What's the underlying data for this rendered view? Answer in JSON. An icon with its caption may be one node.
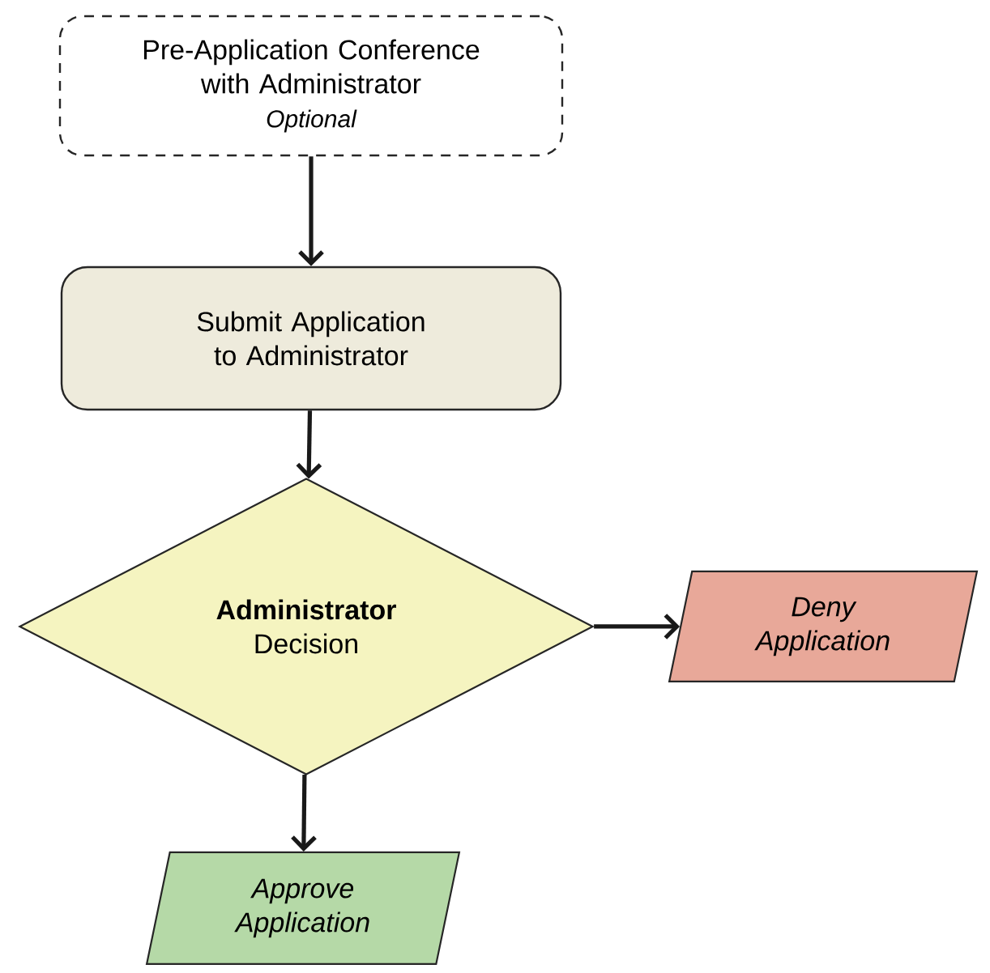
{
  "diagram": {
    "nodes": [
      {
        "text": [
          "Pre-Application Conference with Administrator",
          "Optional"
        ]
      },
      {
        "text": [
          "Submit Application to Administrator"
        ]
      },
      {
        "text": [
          "**Administrator** Decision"
        ]
      },
      {
        "text": [
          "Deny Application"
        ]
      },
      {
        "text": [
          "Approve Application"
        ]
      }
    ],
    "edges": [
      {
        "from": 0,
        "to": 1,
        "arrow": "to"
      },
      {
        "from": 1,
        "to": 2,
        "arrow": "to"
      },
      {
        "from": 2,
        "to": 3,
        "arrow": "to"
      },
      {
        "from": 2,
        "to": 4,
        "arrow": "to"
      }
    ]
  }
}
